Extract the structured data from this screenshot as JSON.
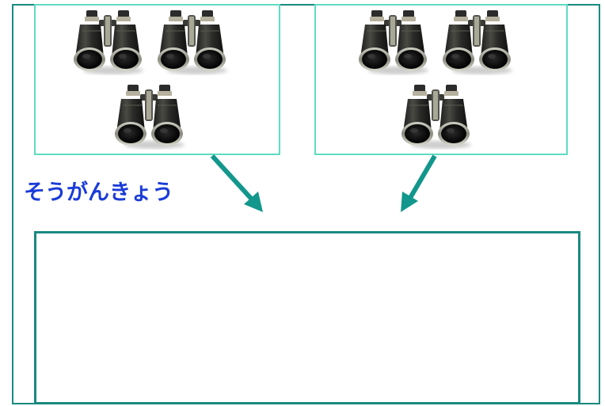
{
  "label": {
    "text": "そうがんきょう",
    "color": "#1a3cd8"
  },
  "colors": {
    "frame": "#1a8a80",
    "group_border": "#5fdcc0",
    "arrow": "#13978c"
  },
  "groups": [
    {
      "name": "left-group",
      "icon": "binoculars-icon",
      "count": 3
    },
    {
      "name": "right-group",
      "icon": "binoculars-icon",
      "count": 3
    }
  ],
  "answer_box": {
    "content": ""
  }
}
